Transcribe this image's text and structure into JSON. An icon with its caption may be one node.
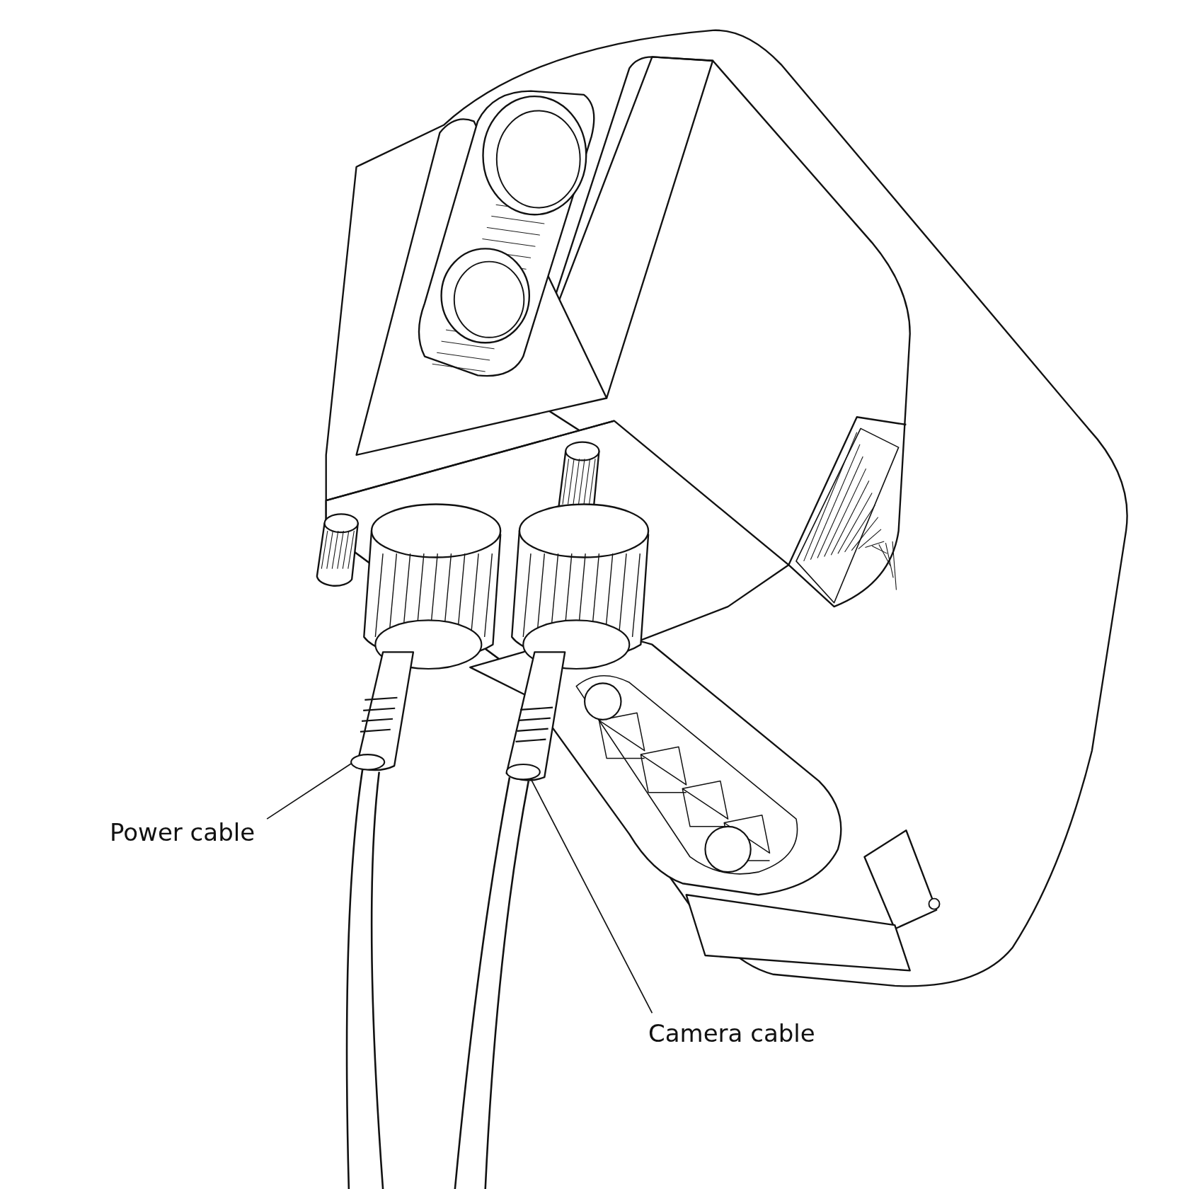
{
  "diagram": {
    "nodes": [
      {
        "text": [
          "Power cable"
        ]
      },
      {
        "text": [],
        "shape": "picture"
      },
      {
        "text": [
          "Camera cable"
        ]
      },
      {
        "text": [],
        "shape": "picture"
      }
    ],
    "edges": [
      {
        "from": 0,
        "to": 1,
        "arrow": "none"
      },
      {
        "from": 2,
        "to": 3,
        "arrow": "none"
      }
    ]
  }
}
